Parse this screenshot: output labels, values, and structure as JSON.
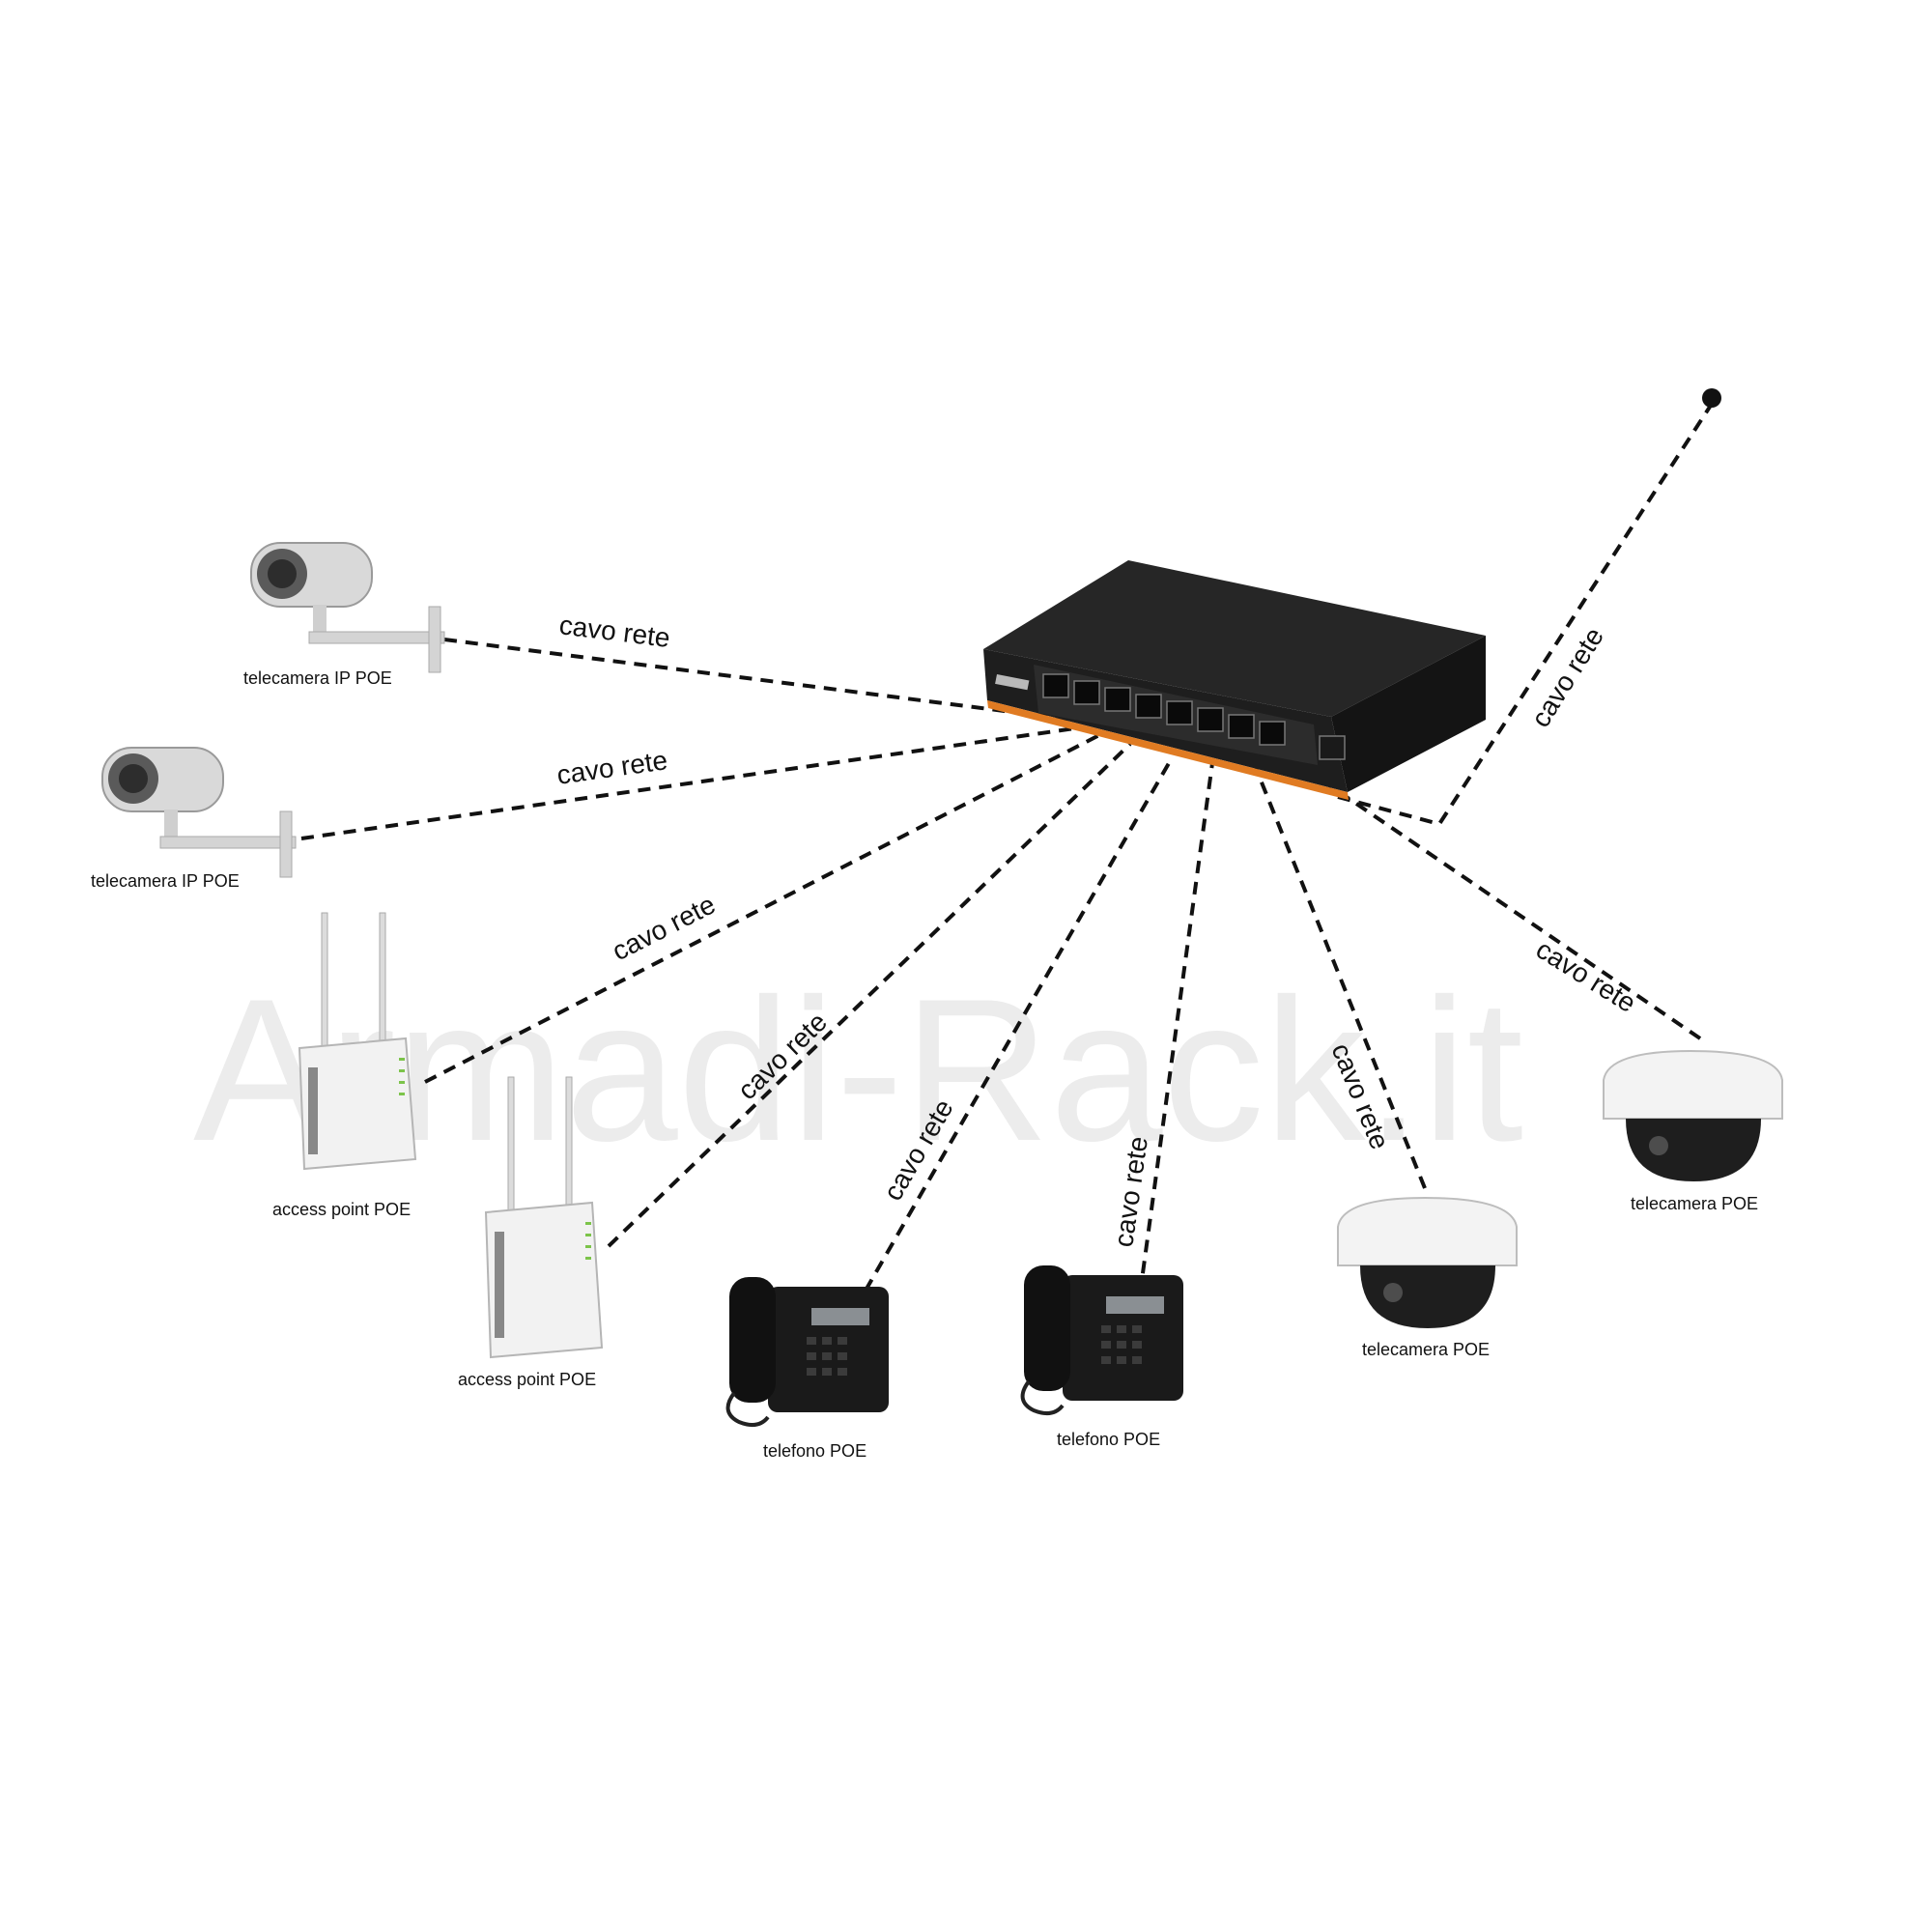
{
  "watermark": "Armadi-Rack.it",
  "devices": {
    "ip_camera_1": "telecamera IP POE",
    "ip_camera_2": "telecamera IP POE",
    "access_point_1": "access point POE",
    "access_point_2": "access point POE",
    "phone_1": "telefono POE",
    "phone_2": "telefono POE",
    "dome_camera_1": "telecamera POE",
    "dome_camera_2": "telecamera POE"
  },
  "cable_label": "cavo rete",
  "colors": {
    "switch_body": "#1c1c1c",
    "port_led": "#e07b22",
    "line": "#111111"
  }
}
